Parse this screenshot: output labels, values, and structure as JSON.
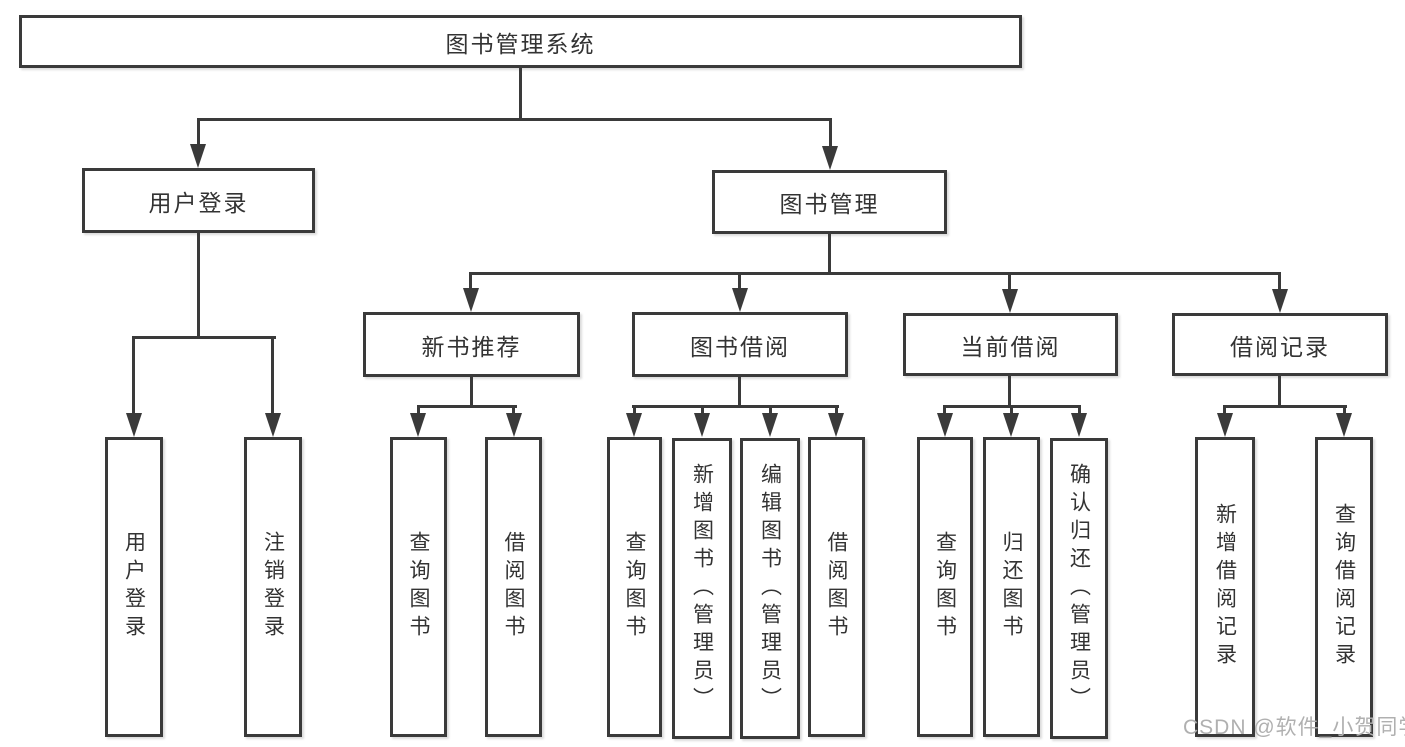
{
  "tree": {
    "title": "图书管理系统",
    "branches": [
      {
        "label": "用户登录",
        "children": [
          {
            "label": "用户登录"
          },
          {
            "label": "注销登录"
          }
        ]
      },
      {
        "label": "图书管理",
        "children": [
          {
            "label": "新书推荐",
            "children": [
              {
                "label": "查询图书"
              },
              {
                "label": "借阅图书"
              }
            ]
          },
          {
            "label": "图书借阅",
            "children": [
              {
                "label": "查询图书"
              },
              {
                "label": "新增图书（管理员）"
              },
              {
                "label": "编辑图书（管理员）"
              },
              {
                "label": "借阅图书"
              }
            ]
          },
          {
            "label": "当前借阅",
            "children": [
              {
                "label": "查询图书"
              },
              {
                "label": "归还图书"
              },
              {
                "label": "确认归还（管理员）"
              }
            ]
          },
          {
            "label": "借阅记录",
            "children": [
              {
                "label": "新增借阅记录"
              },
              {
                "label": "查询借阅记录"
              }
            ]
          }
        ]
      }
    ]
  },
  "watermark": {
    "text": "CSDN @软件_小贺同学"
  },
  "colors": {
    "line": "#3a3a3a",
    "text": "#333333",
    "watermark": "#b0b0b0",
    "background": "#ffffff"
  }
}
